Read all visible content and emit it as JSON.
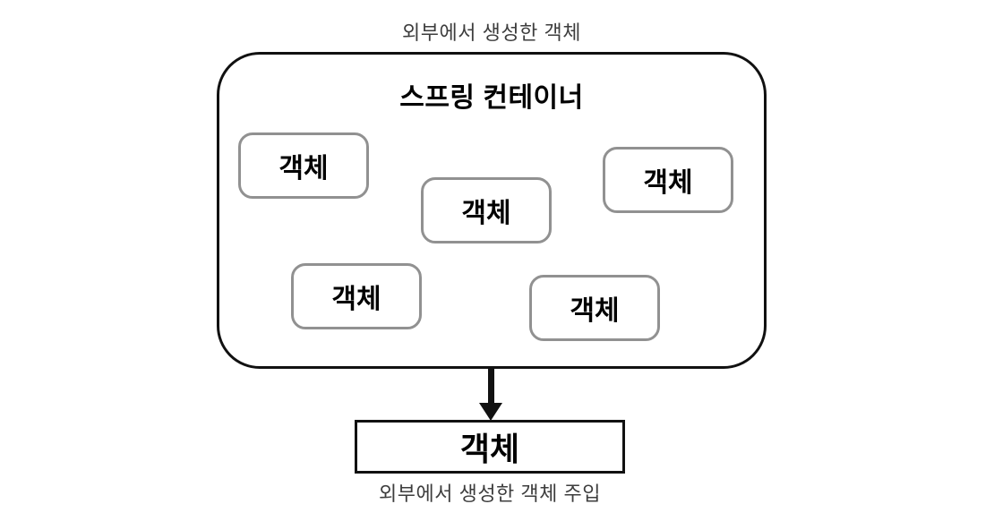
{
  "labels": {
    "top": "외부에서 생성한 객체",
    "bottom": "외부에서 생성한 객체 주입"
  },
  "container": {
    "title": "스프링 컨테이너",
    "objects": [
      {
        "label": "객체"
      },
      {
        "label": "객체"
      },
      {
        "label": "객체"
      },
      {
        "label": "객체"
      },
      {
        "label": "객체"
      }
    ]
  },
  "bottom_box": {
    "label": "객체"
  },
  "arrow": {
    "direction": "down"
  },
  "colors": {
    "outline": "#111111",
    "object_border": "#919191",
    "caption_text": "#3d3d3d",
    "background": "#ffffff"
  }
}
